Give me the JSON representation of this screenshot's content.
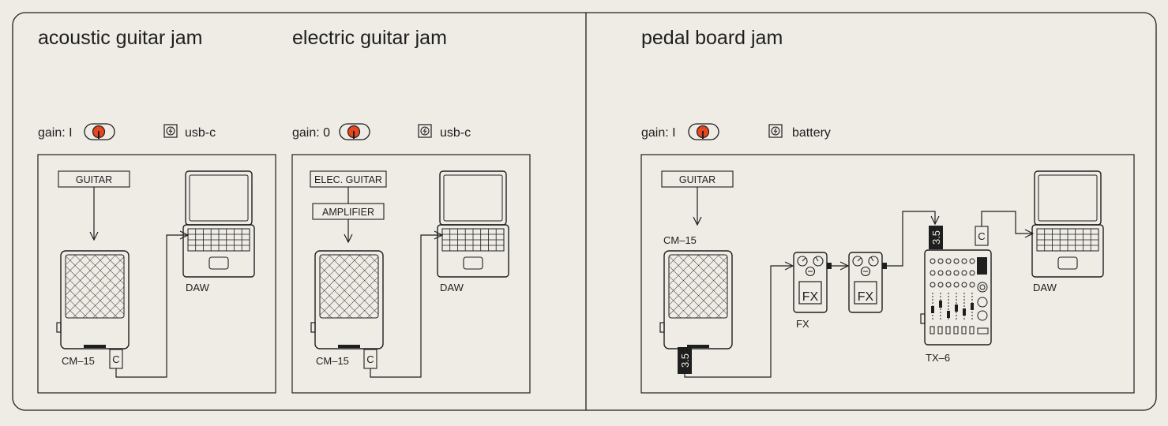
{
  "panels": [
    {
      "title": "acoustic guitar jam",
      "gain_label": "gain: I",
      "power_label": "usb-c",
      "source_boxes": [
        "GUITAR"
      ],
      "mic_label": "CM–15",
      "mic_connector": "C",
      "computer_label": "DAW"
    },
    {
      "title": "electric guitar jam",
      "gain_label": "gain: 0",
      "power_label": "usb-c",
      "source_boxes": [
        "ELEC. GUITAR",
        "AMPLIFIER"
      ],
      "mic_label": "CM–15",
      "mic_connector": "C",
      "computer_label": "DAW"
    },
    {
      "title": "pedal board jam",
      "gain_label": "gain: I",
      "power_label": "battery",
      "source_boxes": [
        "GUITAR"
      ],
      "mic_label": "CM–15",
      "mic_connector": "3.5",
      "fx_pedal_text": "FX",
      "fx_label": "FX",
      "mixer_connector_in": "3.5",
      "mixer_connector_out": "C",
      "mixer_label": "TX–6",
      "computer_label": "DAW"
    }
  ],
  "colors": {
    "background": "#efece6",
    "line": "#1e1e1e",
    "accent": "#e8461e"
  },
  "icons": [
    "power-icon",
    "gain-knob-icon",
    "microphone-icon",
    "laptop-icon",
    "fx-pedal-icon",
    "mixer-icon"
  ]
}
